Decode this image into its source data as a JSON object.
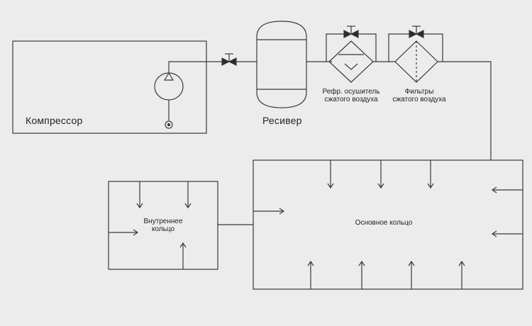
{
  "diagram": {
    "compressor": {
      "label": "Компрессор"
    },
    "receiver": {
      "label": "Ресивер"
    },
    "dryer": {
      "label_line1": "Рефр. осушитель",
      "label_line2": "сжатого воздуха"
    },
    "filters": {
      "label_line1": "Фильтры",
      "label_line2": "сжатого воздуха"
    },
    "inner_ring": {
      "label_line1": "Внутреннее",
      "label_line2": "кольцо"
    },
    "main_ring": {
      "label": "Основное кольцо"
    },
    "colors": {
      "background": "#ececec",
      "line": "#3a3a3a"
    }
  }
}
